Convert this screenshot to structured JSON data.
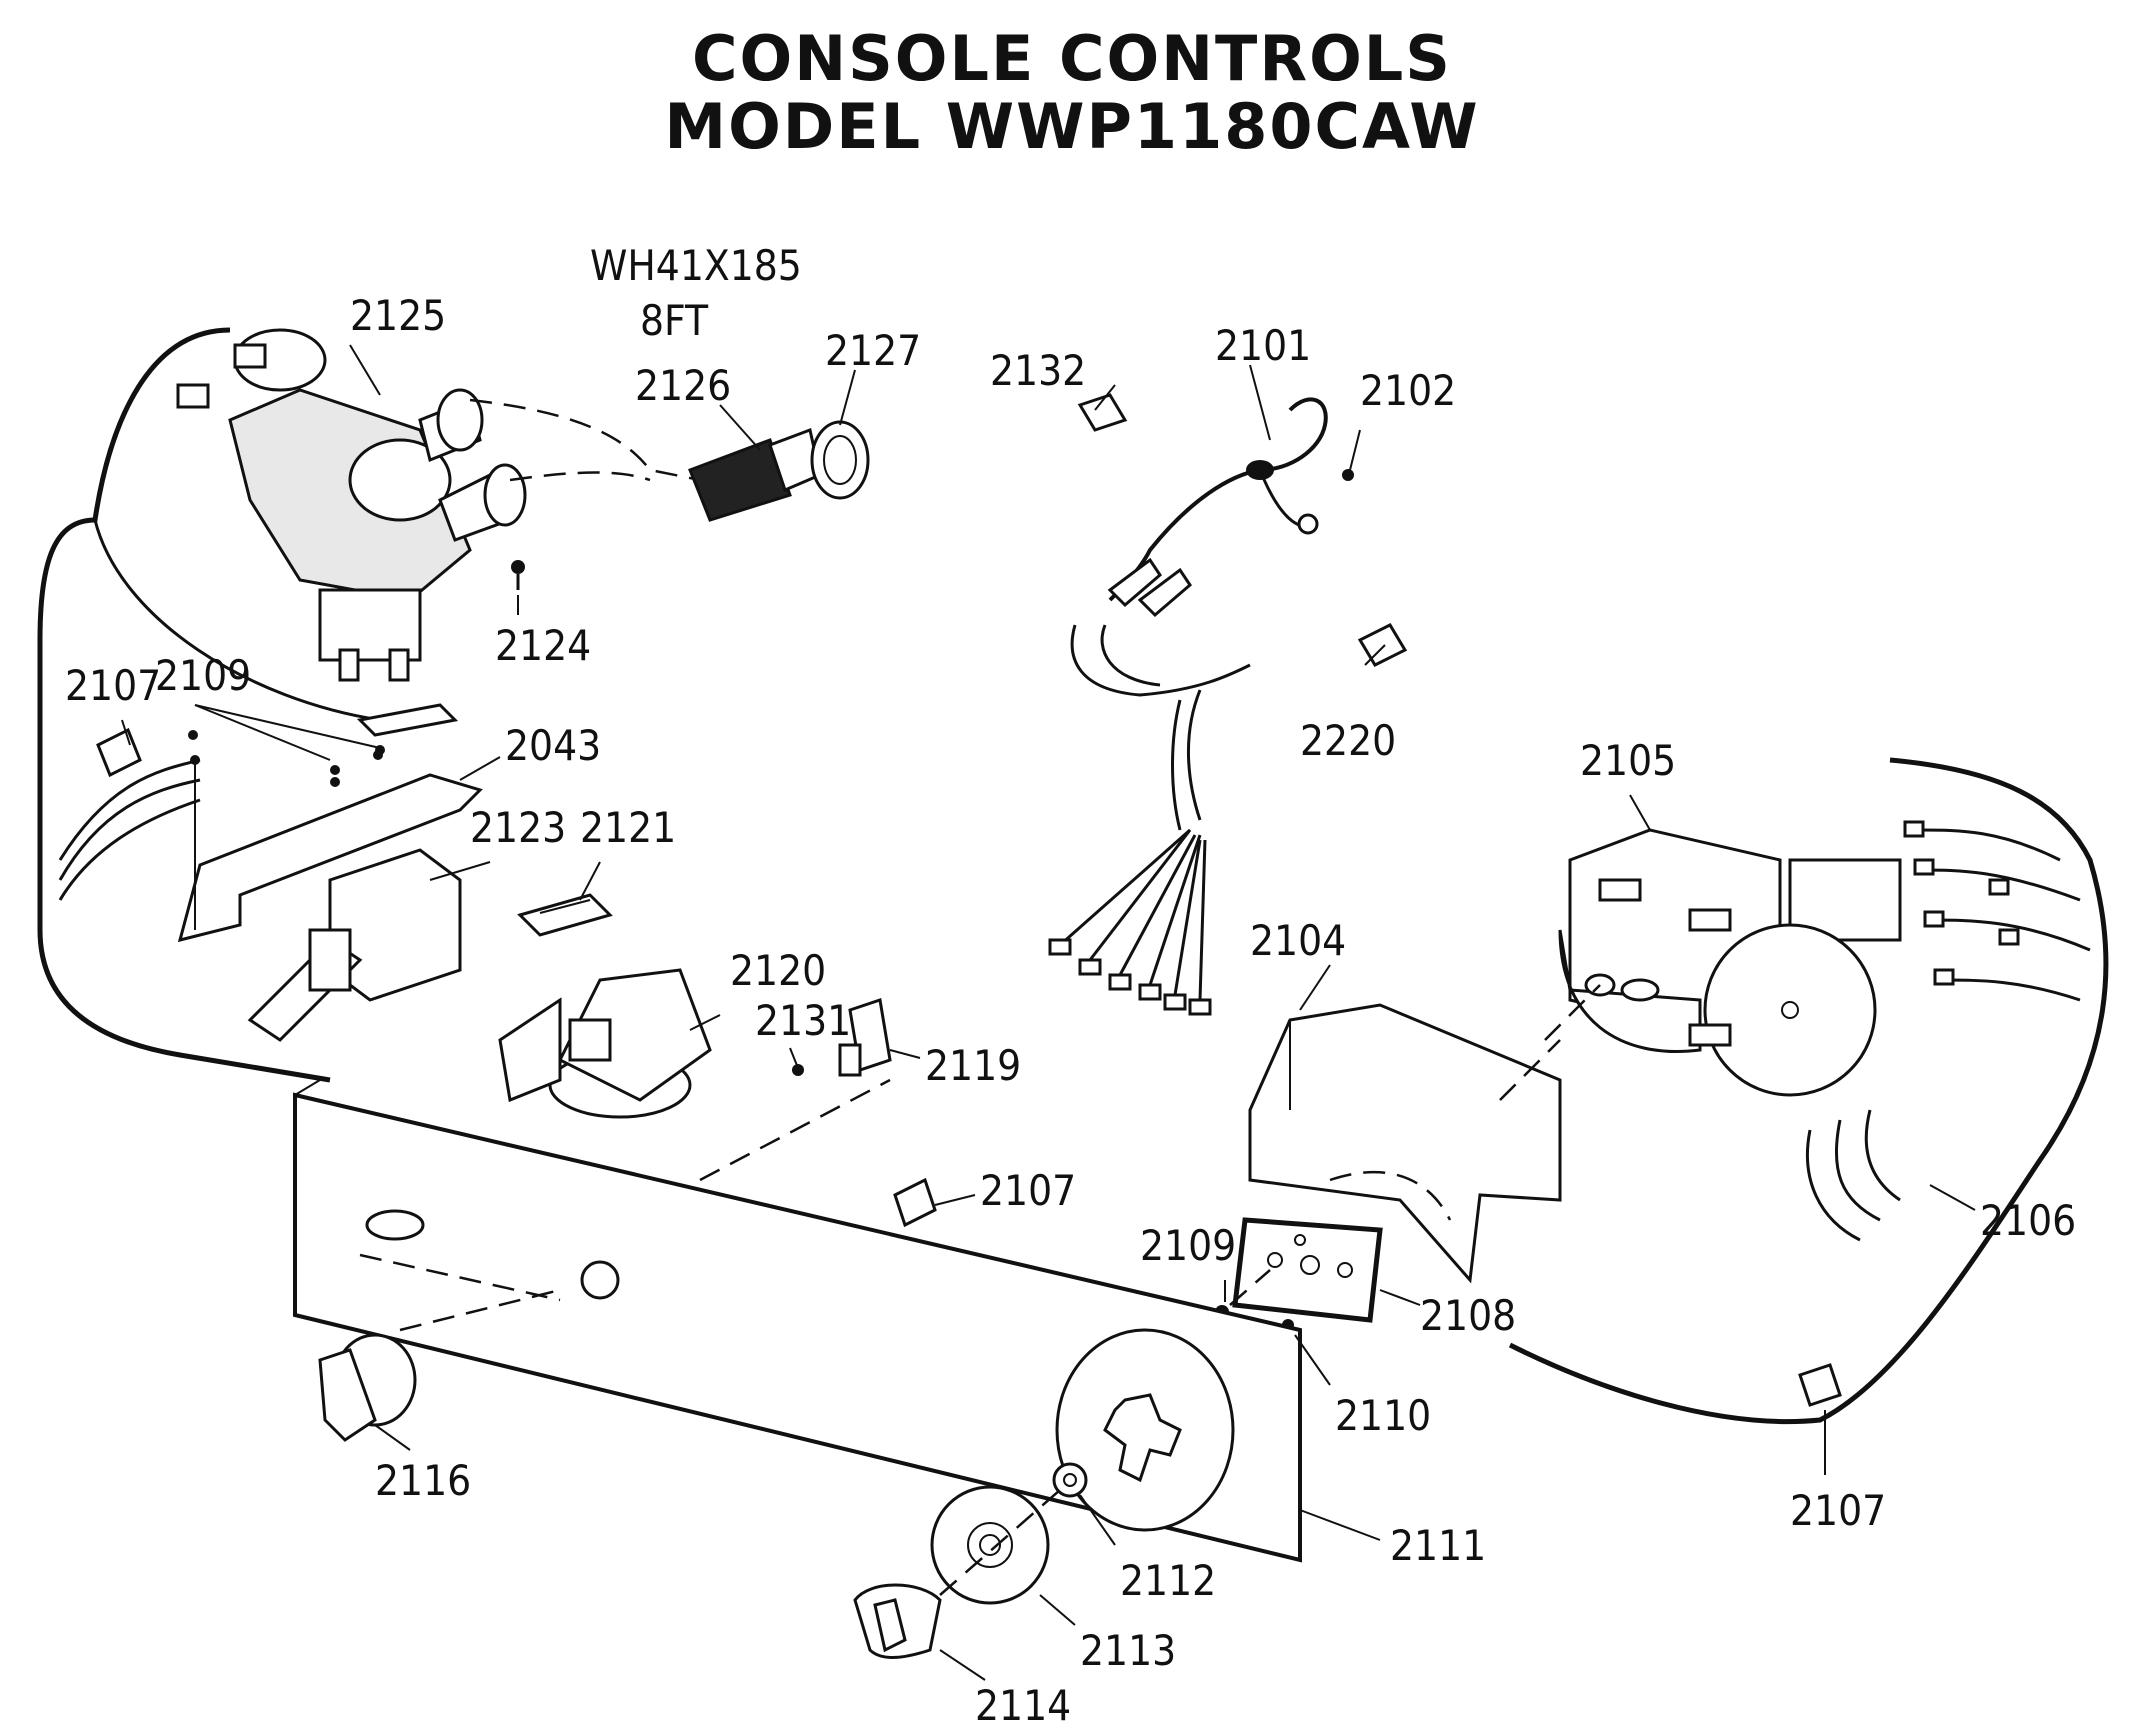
{
  "title": {
    "line1": "CONSOLE CONTROLS",
    "line2": "MODEL WWP1180CAW"
  },
  "cord_note": {
    "part": "WH41X185",
    "length": "8FT"
  },
  "labels": {
    "p2043": "2043",
    "p2101": "2101",
    "p2102": "2102",
    "p2104": "2104",
    "p2105": "2105",
    "p2106": "2106",
    "p2107": "2107",
    "p2108": "2108",
    "p2109": "2109",
    "p2110": "2110",
    "p2111": "2111",
    "p2112": "2112",
    "p2113": "2113",
    "p2114": "2114",
    "p2116": "2116",
    "p2119": "2119",
    "p2120": "2120",
    "p2121": "2121",
    "p2123": "2123",
    "p2124": "2124",
    "p2125": "2125",
    "p2126": "2126",
    "p2127": "2127",
    "p2131": "2131",
    "p2132": "2132",
    "p2220": "2220"
  }
}
